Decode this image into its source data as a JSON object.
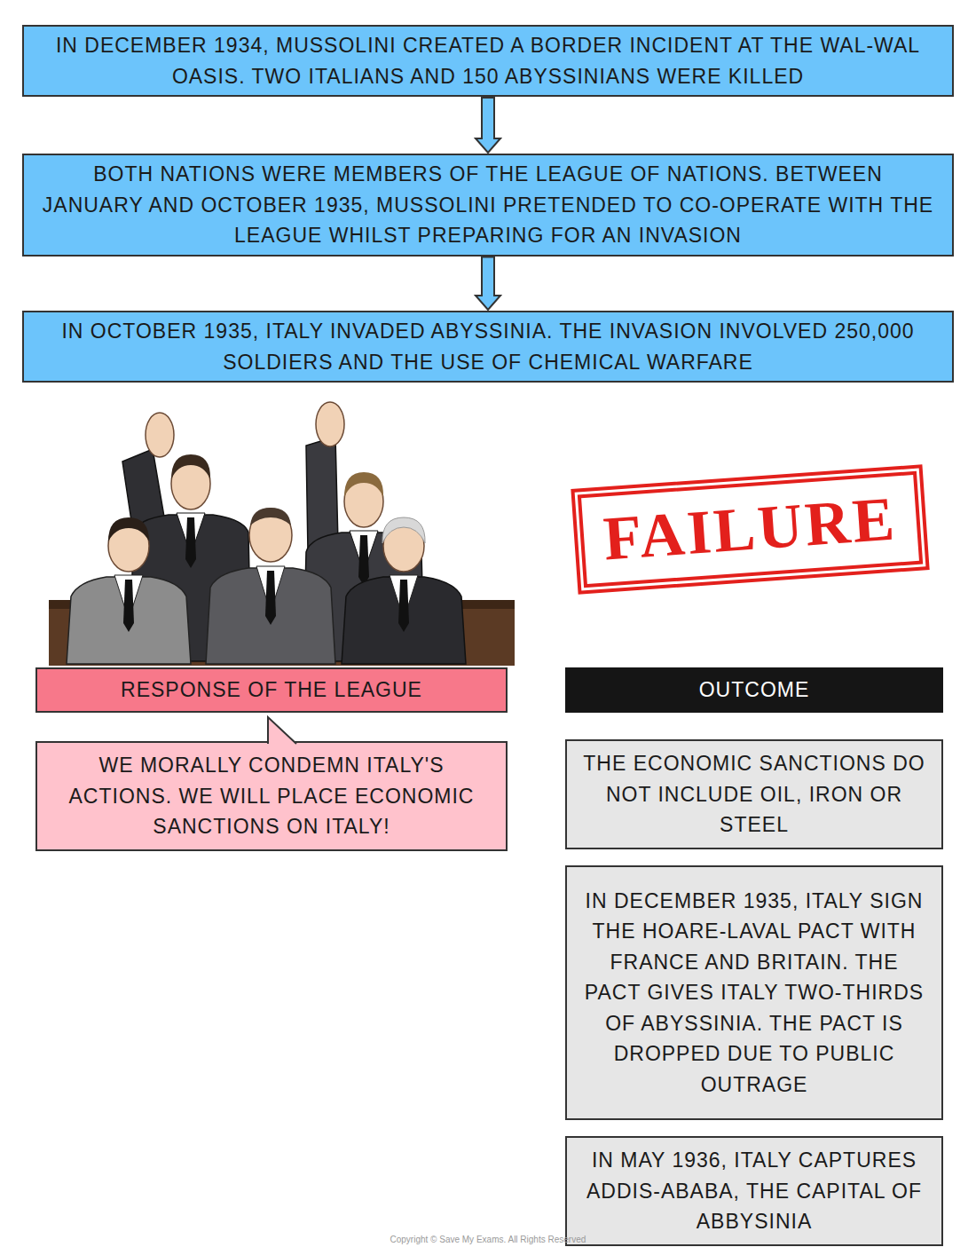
{
  "diagram": {
    "nodes": [
      {
        "text": [
          "IN DECEMBER 1934, MUSSOLINI CREATED A BORDER INCIDENT AT THE WAL-WAL OASIS. TWO ITALIANS AND 150 ABYSSINIANS WERE KILLED"
        ]
      },
      {
        "text": [
          "BOTH NATIONS WERE MEMBERS OF THE LEAGUE OF NATIONS. BETWEEN JANUARY AND OCTOBER 1935, MUSSOLINI PRETENDED TO CO-OPERATE WITH THE LEAGUE WHILST PREPARING FOR AN INVASION"
        ]
      },
      {
        "text": [
          "IN OCTOBER 1935, ITALY INVADED ABYSSINIA. THE INVASION INVOLVED 250,000 SOLDIERS AND THE USE OF CHEMICAL WARFARE"
        ]
      },
      {
        "text": [
          "FAILURE"
        ]
      },
      {
        "text": [
          "RESPONSE OF THE LEAGUE"
        ]
      },
      {
        "text": [
          "WE MORALLY CONDEMN ITALY'S ACTIONS. WE WILL PLACE ECONOMIC SANCTIONS ON ITALY!"
        ]
      },
      {
        "text": [
          "OUTCOME"
        ]
      },
      {
        "text": [
          "THE ECONOMIC SANCTIONS DO NOT INCLUDE OIL, IRON OR STEEL"
        ]
      },
      {
        "text": [
          "IN DECEMBER 1935, ITALY SIGN THE HOARE-LAVAL PACT WITH FRANCE AND BRITAIN. THE PACT GIVES ITALY TWO-THIRDS OF ABYSSINIA. THE PACT IS DROPPED DUE TO PUBLIC OUTRAGE"
        ]
      },
      {
        "text": [
          "IN MAY 1936, ITALY CAPTURES ADDIS-ABABA, THE CAPITAL OF ABBYSINIA"
        ]
      }
    ],
    "edges": [
      {
        "from": 0,
        "to": 1,
        "arrow": "to"
      },
      {
        "from": 1,
        "to": 2,
        "arrow": "to"
      }
    ],
    "labels": [
      "Copyright © Save My Exams. All Rights Reserved"
    ]
  }
}
